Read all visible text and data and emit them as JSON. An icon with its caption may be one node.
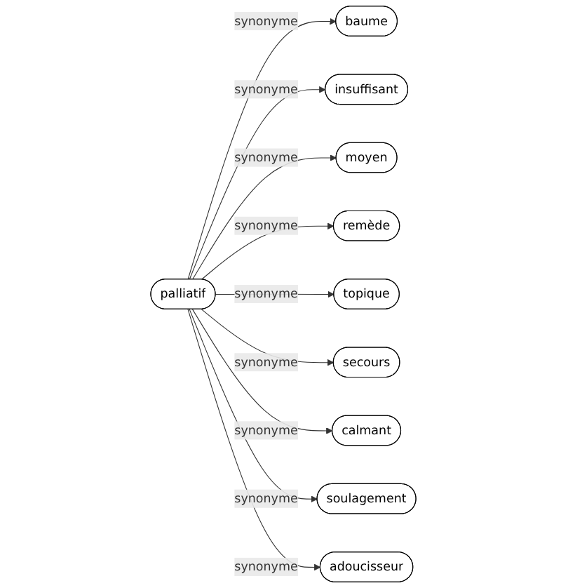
{
  "diagram": {
    "nodes": [
      {
        "text": [
          "palliatif"
        ]
      },
      {
        "text": [
          "baume"
        ]
      },
      {
        "text": [
          "insuffisant"
        ]
      },
      {
        "text": [
          "moyen"
        ]
      },
      {
        "text": [
          "remède"
        ]
      },
      {
        "text": [
          "topique"
        ]
      },
      {
        "text": [
          "secours"
        ]
      },
      {
        "text": [
          "calmant"
        ]
      },
      {
        "text": [
          "soulagement"
        ]
      },
      {
        "text": [
          "adoucisseur"
        ]
      }
    ],
    "edges": [
      {
        "from": 0,
        "to": 1,
        "arrow": "to",
        "label": "synonyme"
      },
      {
        "from": 0,
        "to": 2,
        "arrow": "to",
        "label": "synonyme"
      },
      {
        "from": 0,
        "to": 3,
        "arrow": "to",
        "label": "synonyme"
      },
      {
        "from": 0,
        "to": 4,
        "arrow": "to",
        "label": "synonyme"
      },
      {
        "from": 0,
        "to": 5,
        "arrow": "to",
        "label": "synonyme"
      },
      {
        "from": 0,
        "to": 6,
        "arrow": "to",
        "label": "synonyme"
      },
      {
        "from": 0,
        "to": 7,
        "arrow": "to",
        "label": "synonyme"
      },
      {
        "from": 0,
        "to": 8,
        "arrow": "to",
        "label": "synonyme"
      },
      {
        "from": 0,
        "to": 9,
        "arrow": "to",
        "label": "synonyme"
      }
    ]
  }
}
